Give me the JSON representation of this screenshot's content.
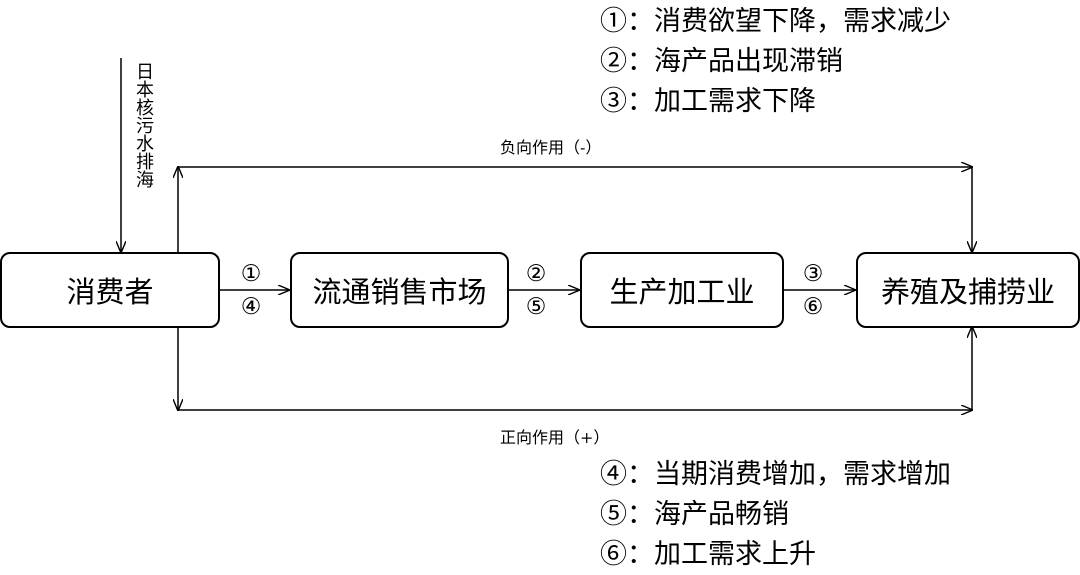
{
  "legend_top": [
    "①：消费欲望下降，需求减少",
    "②：海产品出现滞销",
    "③：加工需求下降"
  ],
  "legend_bottom": [
    "④：当期消费增加，需求增加",
    "⑤：海产品畅销",
    "⑥：加工需求上升"
  ],
  "external_input": "日本核污水排海",
  "nodes": {
    "consumer": "消费者",
    "market": "流通销售市场",
    "processing": "生产加工业",
    "fishery": "养殖及捕捞业"
  },
  "edge_labels": {
    "consumer_market_top": "①",
    "consumer_market_bottom": "④",
    "market_processing_top": "②",
    "market_processing_bottom": "⑤",
    "processing_fishery_top": "③",
    "processing_fishery_bottom": "⑥"
  },
  "negative_effect": "负向作用（-）",
  "positive_effect": "正向作用（+）"
}
